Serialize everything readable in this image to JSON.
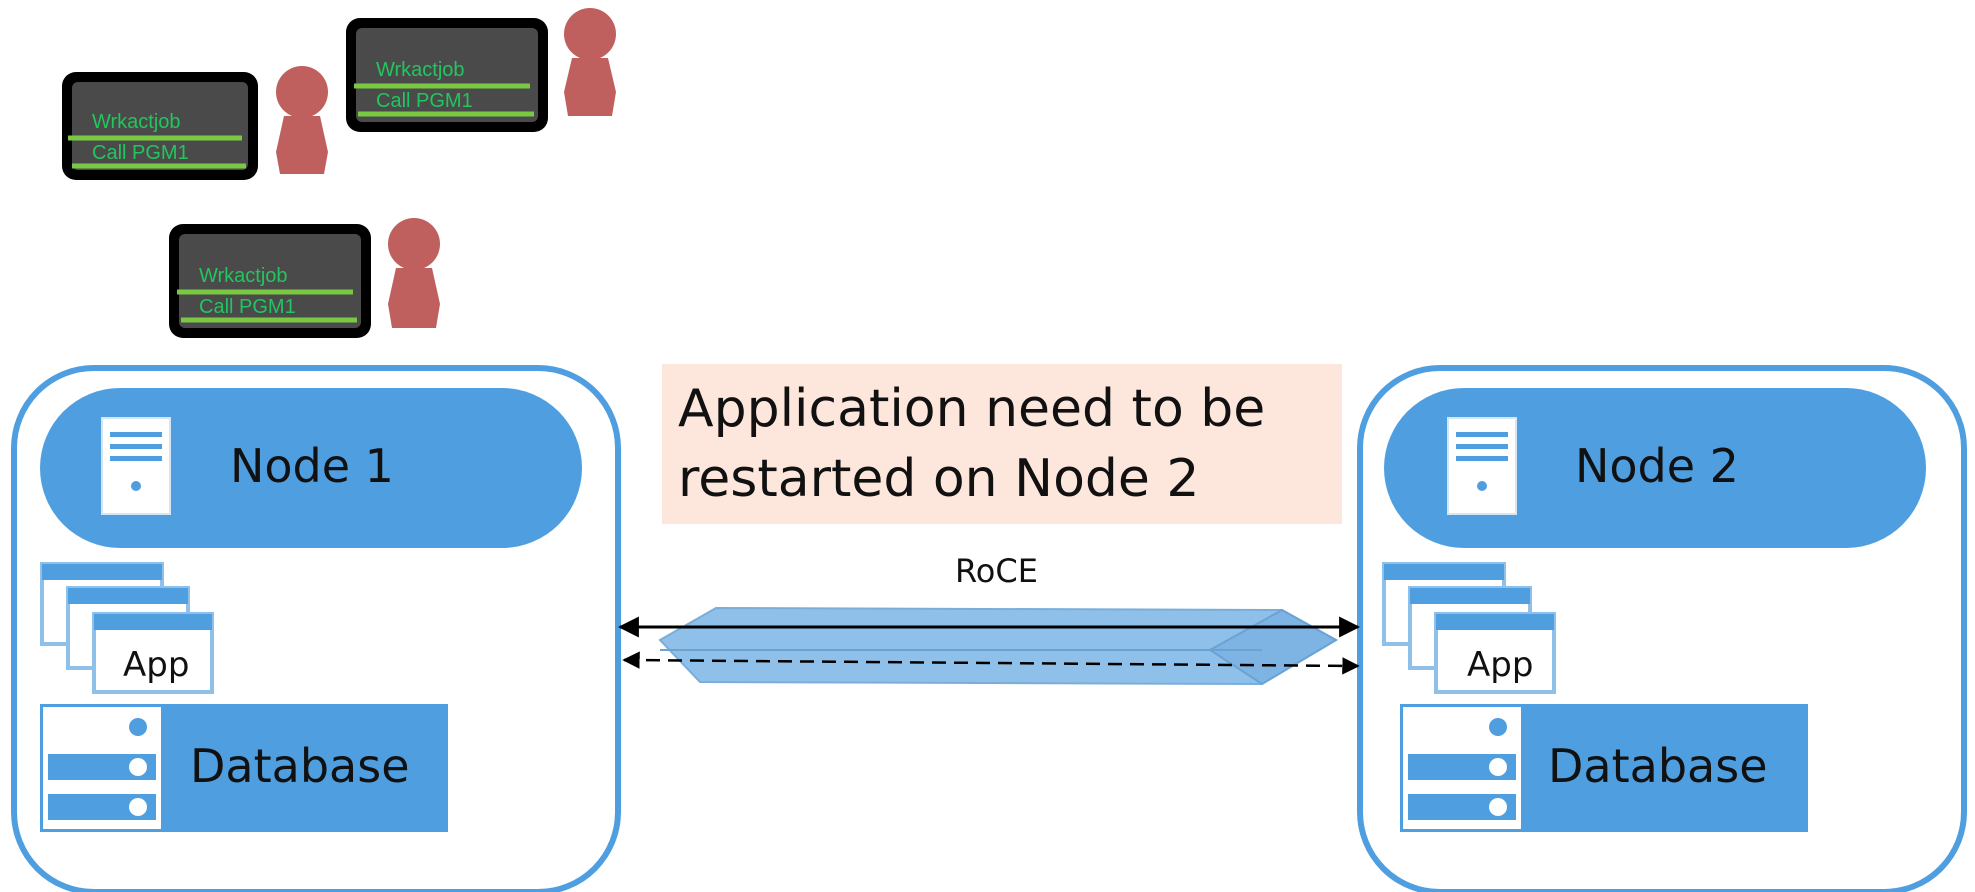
{
  "colors": {
    "node_blue": "#4f9fe0",
    "terminal_frame": "#000000",
    "terminal_screen": "#4a4a4a",
    "terminal_text": "#22c55e",
    "person": "#c0605e",
    "note_bg": "#fde7dd",
    "link_tube": "#8ec0ea"
  },
  "terminals": [
    {
      "line1": "Wrkactjob",
      "line2": "Call PGM1"
    },
    {
      "line1": "Wrkactjob",
      "line2": "Call PGM1"
    },
    {
      "line1": "Wrkactjob",
      "line2": "Call PGM1"
    }
  ],
  "nodes": [
    {
      "title": "Node 1",
      "app_label": "App",
      "db_label": "Database",
      "server_icon": "server-icon"
    },
    {
      "title": "Node 2",
      "app_label": "App",
      "db_label": "Database",
      "server_icon": "server-icon"
    }
  ],
  "note": {
    "line1": "Application need to be",
    "line2": "restarted on Node 2"
  },
  "link": {
    "label": "RoCE"
  }
}
